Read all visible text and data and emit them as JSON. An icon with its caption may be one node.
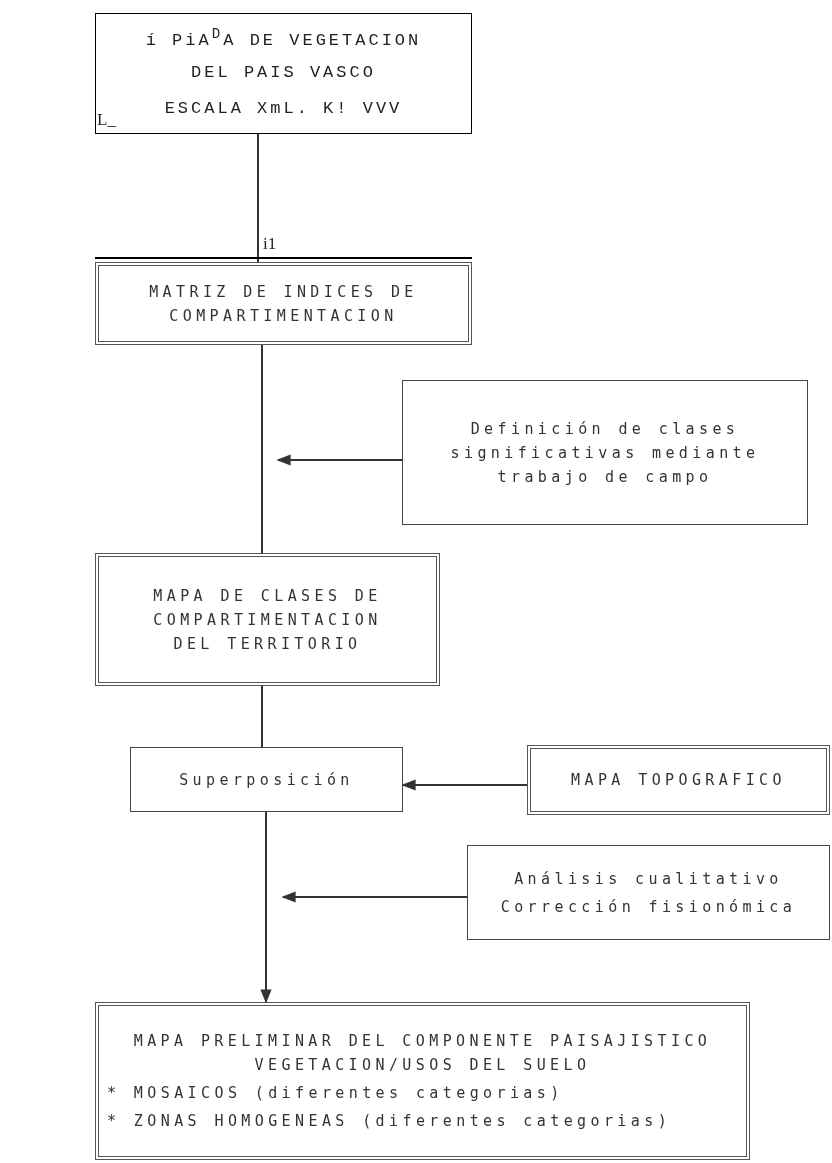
{
  "diagram": {
    "nodes": [
      {
        "text": [
          "í PiA$^{D}$A DE VEGETACION DEL PAIS VASCO",
          "ESCALA XmL. K! VVV"
        ]
      },
      {
        "text": [
          "MATRIZ DE INDICES DE COMPARTIMENTACION"
        ]
      },
      {
        "text": [
          "Definición de clases significativas mediante trabajo de campo"
        ]
      },
      {
        "text": [
          "MAPA DE CLASES DE COMPARTIMENTACION DEL TERRITORIO"
        ]
      },
      {
        "text": [
          "Superposición"
        ]
      },
      {
        "text": [
          "MAPA TOPOGRAFICO"
        ]
      },
      {
        "text": [
          "Análisis cualitativo",
          "Corrección fisionómica"
        ]
      },
      {
        "text": [
          "MAPA PRELIMINAR DEL COMPONENTE PAISAJISTICO VEGETACION/USOS DEL SUELO",
          "* MOSAICOS (diferentes categorias)",
          "* ZONAS HOMOGENEAS (diferentes categorias)"
        ]
      }
    ],
    "edges": [
      {
        "from": 0,
        "to": 1,
        "arrow": "none"
      },
      {
        "from": 1,
        "to": 3,
        "arrow": "none"
      },
      {
        "from": 2,
        "to": null,
        "arrow": "to"
      },
      {
        "from": 3,
        "to": 4,
        "arrow": "none"
      },
      {
        "from": 5,
        "to": 4,
        "arrow": "to"
      },
      {
        "from": 4,
        "to": 7,
        "arrow": "to"
      },
      {
        "from": 6,
        "to": null,
        "arrow": "to"
      }
    ],
    "labels": [
      "L_",
      "i1"
    ]
  }
}
